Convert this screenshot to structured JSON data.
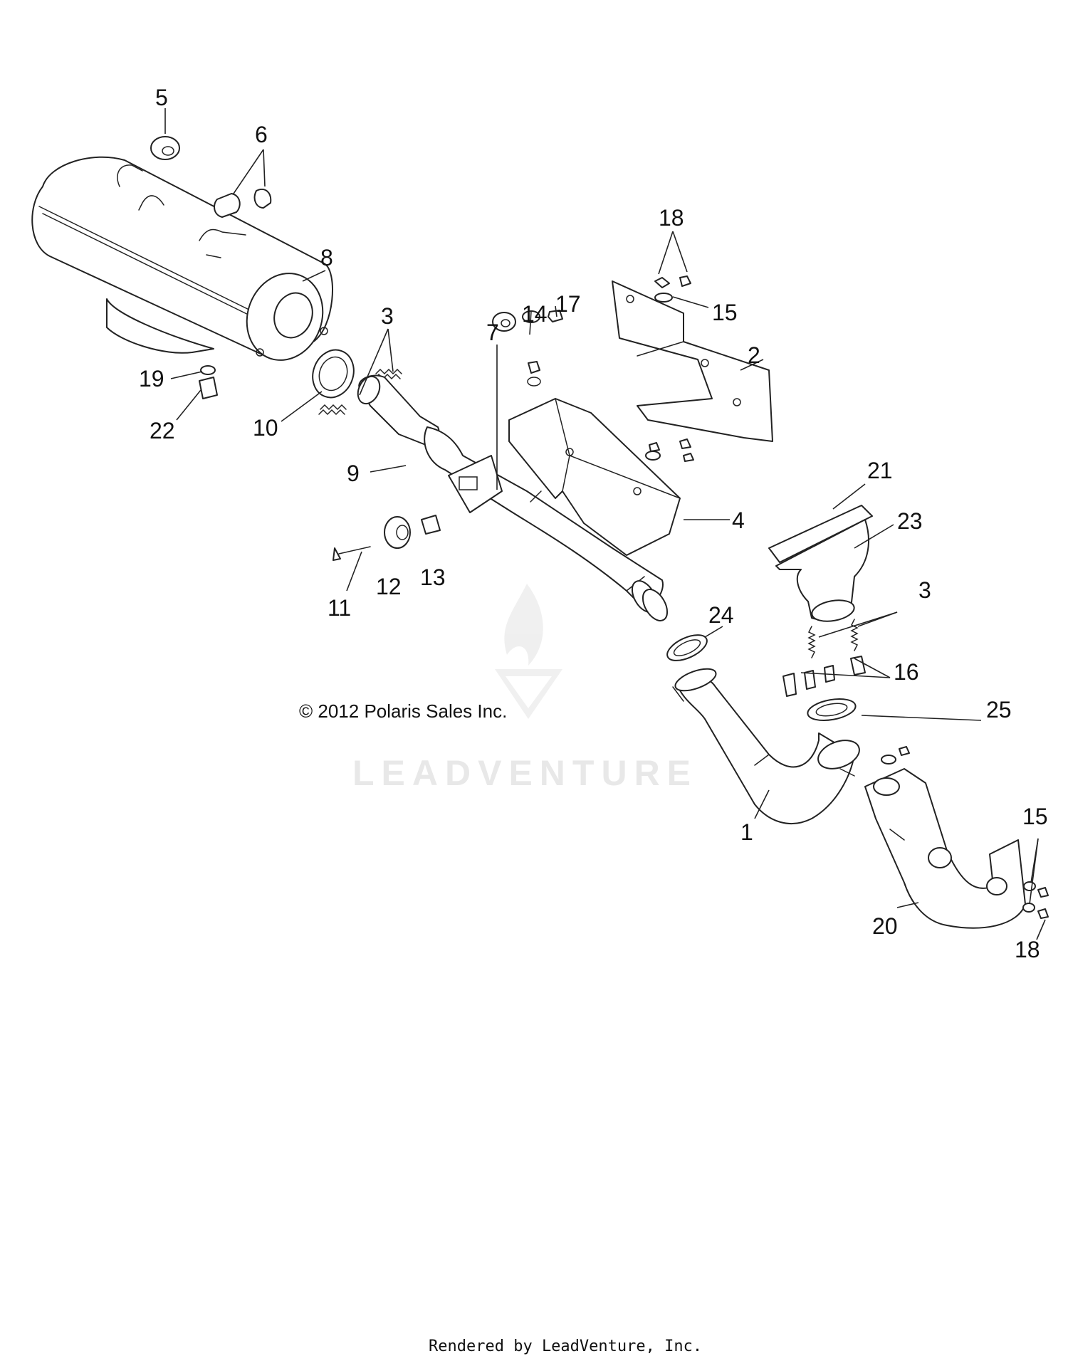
{
  "watermark": {
    "text": "LEADVENTURE"
  },
  "copyright": "© 2012 Polaris Sales Inc.",
  "footer": "Rendered by LeadVenture, Inc.",
  "callouts": [
    {
      "id": "c5",
      "label": "5"
    },
    {
      "id": "c6",
      "label": "6"
    },
    {
      "id": "c8",
      "label": "8"
    },
    {
      "id": "c3a",
      "label": "3"
    },
    {
      "id": "c19",
      "label": "19"
    },
    {
      "id": "c22",
      "label": "22"
    },
    {
      "id": "c10",
      "label": "10"
    },
    {
      "id": "c9",
      "label": "9"
    },
    {
      "id": "c7",
      "label": "7"
    },
    {
      "id": "c14",
      "label": "14"
    },
    {
      "id": "c17",
      "label": "17"
    },
    {
      "id": "c18a",
      "label": "18"
    },
    {
      "id": "c15a",
      "label": "15"
    },
    {
      "id": "c2",
      "label": "2"
    },
    {
      "id": "c4",
      "label": "4"
    },
    {
      "id": "c21",
      "label": "21"
    },
    {
      "id": "c23",
      "label": "23"
    },
    {
      "id": "c3b",
      "label": "3"
    },
    {
      "id": "c16",
      "label": "16"
    },
    {
      "id": "c25",
      "label": "25"
    },
    {
      "id": "c24",
      "label": "24"
    },
    {
      "id": "c11",
      "label": "11"
    },
    {
      "id": "c12",
      "label": "12"
    },
    {
      "id": "c13",
      "label": "13"
    },
    {
      "id": "c1",
      "label": "1"
    },
    {
      "id": "c15b",
      "label": "15"
    },
    {
      "id": "c20",
      "label": "20"
    },
    {
      "id": "c18b",
      "label": "18"
    }
  ]
}
